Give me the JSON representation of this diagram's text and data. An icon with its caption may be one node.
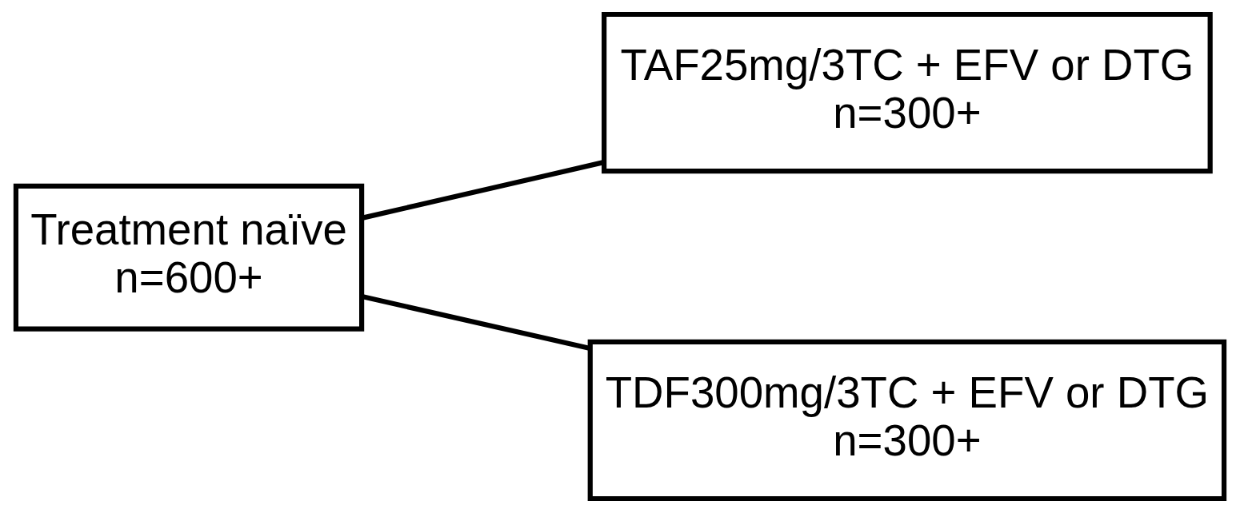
{
  "diagram": {
    "nodes": [
      {
        "text": [
          "Treatment naïve",
          "n=600+"
        ]
      },
      {
        "text": [
          "TAF25mg/3TC + EFV or DTG",
          "n=300+"
        ]
      },
      {
        "text": [
          "TDF300mg/3TC + EFV or DTG",
          "n=300+"
        ]
      }
    ],
    "edges": [
      {
        "from": 0,
        "to": 1,
        "arrow": "none"
      },
      {
        "from": 0,
        "to": 2,
        "arrow": "none"
      }
    ]
  }
}
